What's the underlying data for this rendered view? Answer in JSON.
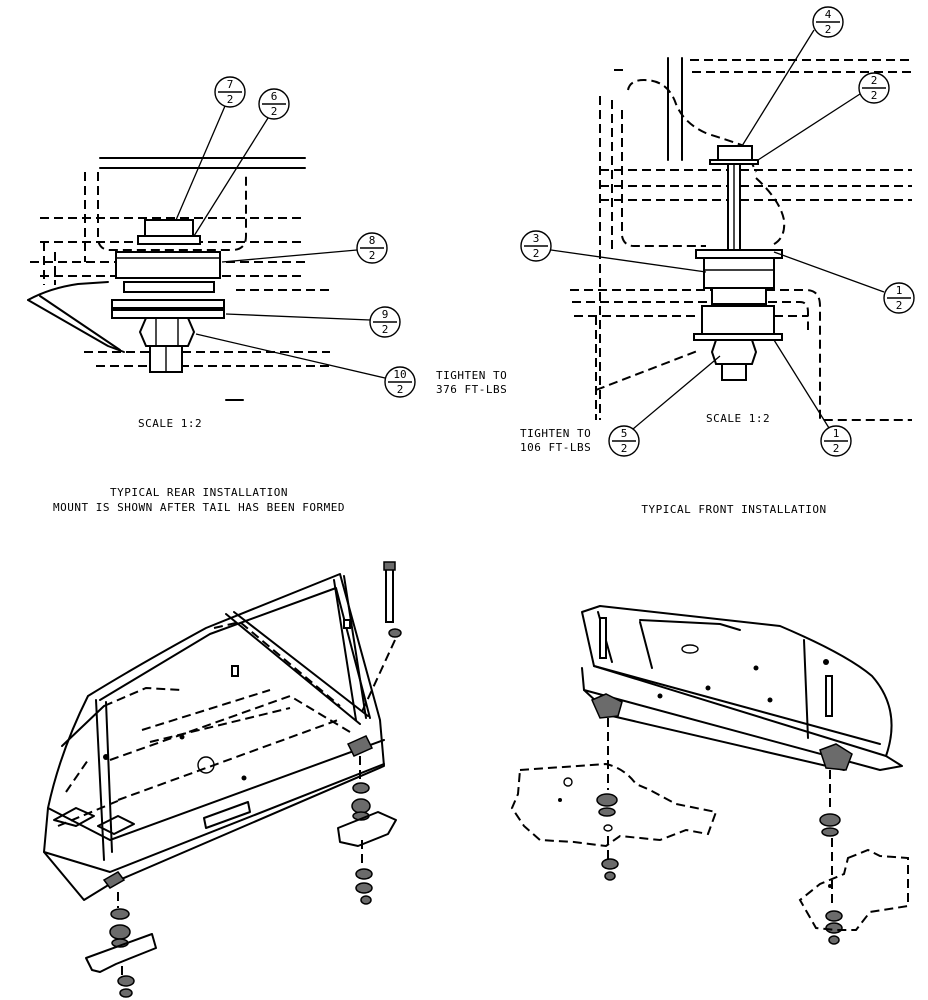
{
  "rear_detail": {
    "callouts": [
      {
        "num": "7",
        "qty": "2"
      },
      {
        "num": "6",
        "qty": "2"
      },
      {
        "num": "8",
        "qty": "2"
      },
      {
        "num": "9",
        "qty": "2"
      },
      {
        "num": "10",
        "qty": "2"
      }
    ],
    "torque_line1": "TIGHTEN TO",
    "torque_line2": "376 FT-LBS",
    "scale": "SCALE  1:2",
    "caption_line1": "TYPICAL REAR INSTALLATION",
    "caption_line2": "MOUNT IS SHOWN AFTER TAIL HAS BEEN FORMED"
  },
  "front_detail": {
    "callouts": [
      {
        "num": "4",
        "qty": "2"
      },
      {
        "num": "2",
        "qty": "2"
      },
      {
        "num": "3",
        "qty": "2"
      },
      {
        "num": "1",
        "qty": "2"
      },
      {
        "num": "5",
        "qty": "2"
      },
      {
        "num": "1",
        "qty": "2"
      }
    ],
    "torque_line1": "TIGHTEN TO",
    "torque_line2": "106 FT-LBS",
    "scale": "SCALE  1:2",
    "caption": "TYPICAL FRONT INSTALLATION"
  }
}
